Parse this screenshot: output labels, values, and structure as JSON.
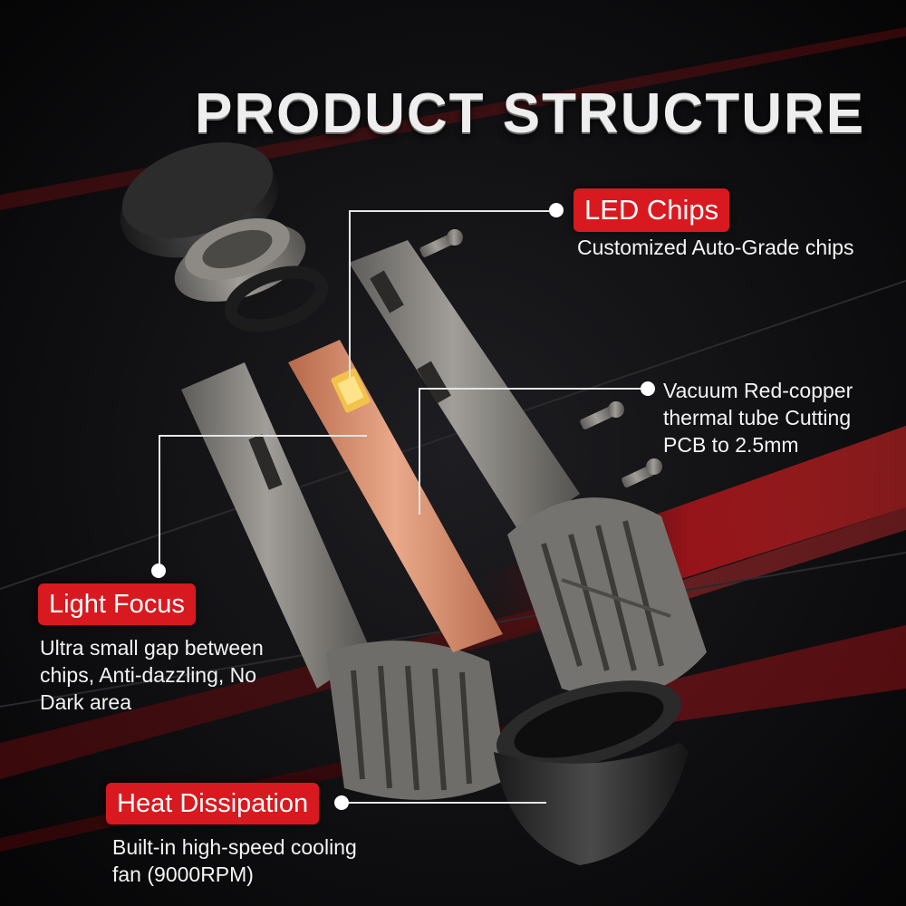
{
  "title": "PRODUCT STRUCTURE",
  "features": [
    {
      "label": "LED Chips",
      "description": [
        "Customized Auto-Grade chips"
      ]
    },
    {
      "label": "",
      "description": [
        "Vacuum Red-copper",
        "thermal tube Cutting",
        "PCB to 2.5mm"
      ]
    },
    {
      "label": "Light Focus",
      "description": [
        "Ultra small gap between",
        "chips, Anti-dazzling, No",
        "Dark area"
      ]
    },
    {
      "label": "Heat Dissipation",
      "description": [
        "Built-in high-speed cooling",
        "fan (9000RPM)"
      ]
    }
  ],
  "colors": {
    "accent": "#d8191f",
    "background": "#0b0b0d",
    "metal": "#7d7b78",
    "copper": "#d58d6c"
  }
}
